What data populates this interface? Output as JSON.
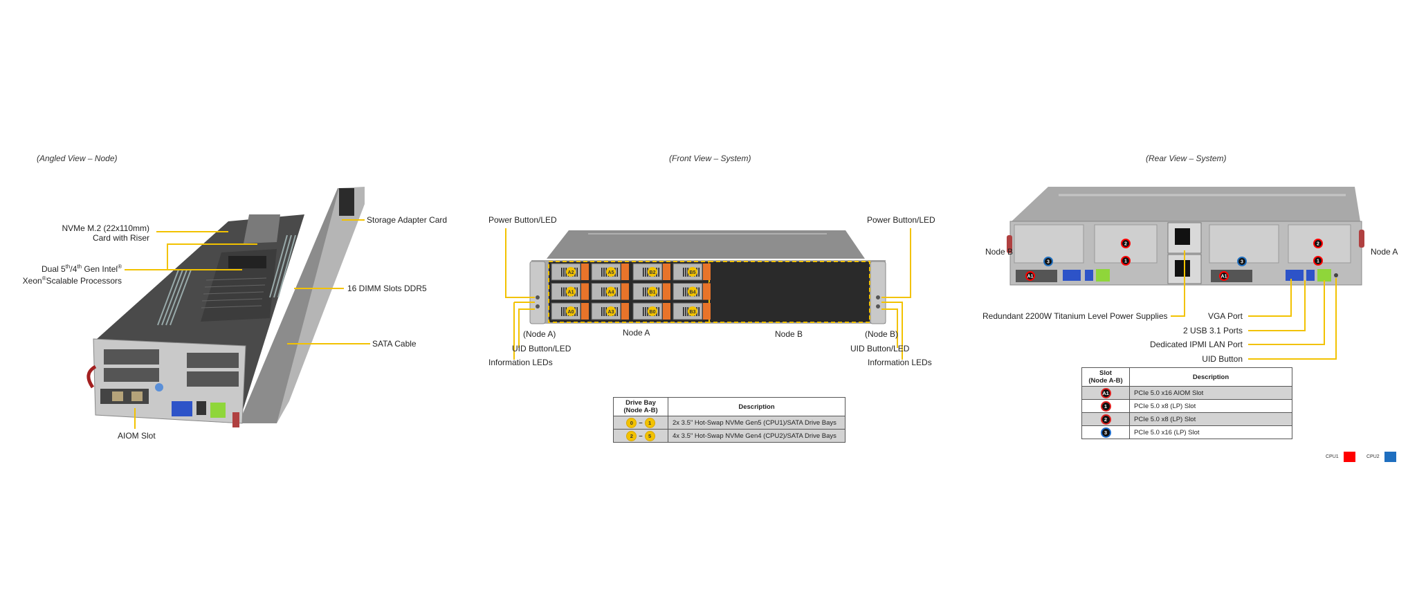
{
  "colors": {
    "callout": "#f2c200",
    "cpu1": "#ff0000",
    "cpu2": "#1f6fbf",
    "drive_tab": "#e8742a",
    "chassis": "#9a9a9a"
  },
  "angled_view": {
    "caption": "(Angled View – Node)",
    "labels": {
      "nvme_line1": "NVMe M.2 (22x110mm)",
      "nvme_line2": "Card with Riser",
      "cpu_line1_a": "Dual 5",
      "cpu_line1_sup1": "th",
      "cpu_line1_b": "/4",
      "cpu_line1_sup2": "th",
      "cpu_line1_c": " Gen Intel",
      "cpu_line1_sup3": "®",
      "cpu_line2_a": "Xeon",
      "cpu_line2_sup": "®",
      "cpu_line2_b": "Scalable Processors",
      "storage": "Storage Adapter Card",
      "dimm": "16 DIMM Slots DDR5",
      "sata": "SATA Cable",
      "aiom": "AIOM Slot"
    }
  },
  "front_view": {
    "caption": "(Front View – System)",
    "labels": {
      "power_left": "Power Button/LED",
      "power_right": "Power Button/LED",
      "node_a_paren": "(Node A)",
      "node_b_paren": "(Node B)",
      "node_a": "Node A",
      "node_b": "Node B",
      "uid_left": "UID Button/LED",
      "uid_right": "UID Button/LED",
      "info_left": "Information LEDs",
      "info_right": "Information LEDs"
    },
    "drive_bays": [
      [
        "A2",
        "A5",
        "B2",
        "B5"
      ],
      [
        "A1",
        "A4",
        "B1",
        "B4"
      ],
      [
        "A0",
        "A3",
        "B0",
        "B3"
      ]
    ],
    "table": {
      "headers": [
        "Drive Bay\n(Node A-B)",
        "Description"
      ],
      "header_col1_line1": "Drive Bay",
      "header_col1_line2": "(Node A-B)",
      "header_col2": "Description",
      "rows": [
        {
          "from": "0",
          "to": "1",
          "description": "2x 3.5\" Hot-Swap NVMe Gen5 (CPU1)/SATA Drive Bays"
        },
        {
          "from": "2",
          "to": "5",
          "description": "4x 3.5\" Hot-Swap NVMe Gen4 (CPU2)/SATA Drive Bays"
        }
      ]
    }
  },
  "rear_view": {
    "caption": "(Rear View – System)",
    "labels": {
      "node_b": "Node B",
      "node_a": "Node A",
      "psu": "Redundant 2200W Titanium Level Power Supplies",
      "vga": "VGA Port",
      "usb": "2 USB 3.1 Ports",
      "ipmi": "Dedicated IPMI LAN Port",
      "uid": "UID Button"
    },
    "slot_badges": [
      "2",
      "1",
      "3",
      "A1"
    ],
    "table": {
      "header_col1_line1": "Slot",
      "header_col1_line2": "(Node A-B)",
      "header_col2": "Description",
      "rows": [
        {
          "slot": "A1",
          "cpu": "cpu1",
          "description": "PCIe 5.0 x16 AIOM Slot"
        },
        {
          "slot": "1",
          "cpu": "cpu1",
          "description": "PCIe 5.0 x8 (LP) Slot"
        },
        {
          "slot": "2",
          "cpu": "cpu1",
          "description": "PCIe 5.0 x8 (LP) Slot"
        },
        {
          "slot": "3",
          "cpu": "cpu2",
          "description": "PCIe 5.0 x16 (LP) Slot"
        }
      ]
    }
  },
  "legend": [
    {
      "label": "CPU1",
      "color": "#ff0000"
    },
    {
      "label": "CPU2",
      "color": "#1f6fbf"
    }
  ]
}
